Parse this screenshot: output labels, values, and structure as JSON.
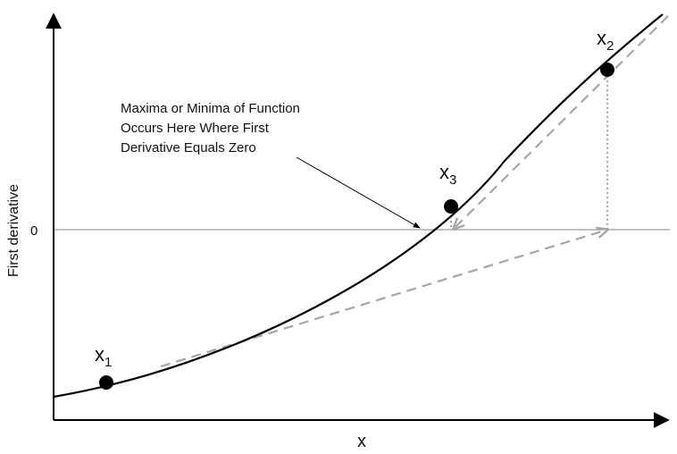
{
  "diagram": {
    "ylabel": "First derivative",
    "xlabel": "x",
    "zero_label": "0",
    "annotation": {
      "lines": [
        "Maxima or Minima of Function",
        "Occurs Here Where First",
        "Derivative Equals Zero"
      ]
    },
    "points": [
      {
        "base": "x",
        "sub": "1"
      },
      {
        "base": "x",
        "sub": "2"
      },
      {
        "base": "x",
        "sub": "3"
      }
    ],
    "colors": {
      "curve": "#000000",
      "axis": "#000000",
      "zero_line": "#9a9a9a",
      "dashed_arrow": "#a6a6a6",
      "dotted_line": "#a6a6a6",
      "point": "#000000"
    }
  }
}
